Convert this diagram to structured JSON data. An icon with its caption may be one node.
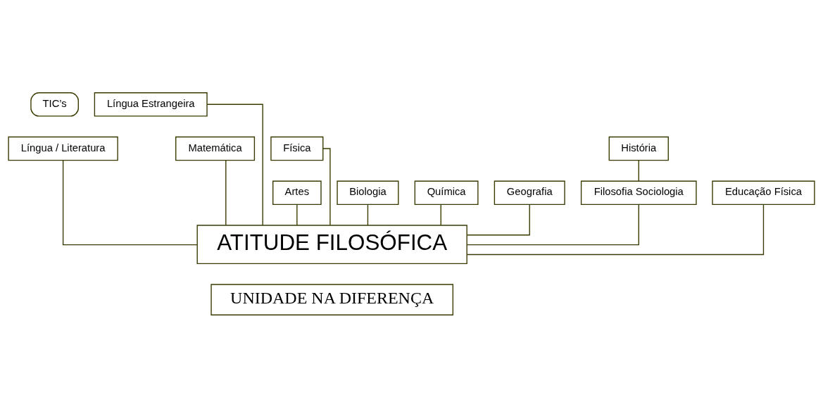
{
  "diagram": {
    "nodes": [
      {
        "text": [
          "TIC’s"
        ]
      },
      {
        "text": [
          "Língua Estrangeira"
        ]
      },
      {
        "text": [
          "Língua / Literatura"
        ]
      },
      {
        "text": [
          "História"
        ]
      },
      {
        "text": [
          "Matemática"
        ]
      },
      {
        "text": [
          "Física"
        ]
      },
      {
        "text": [
          "Artes"
        ]
      },
      {
        "text": [
          "Biologia"
        ]
      },
      {
        "text": [
          "Química"
        ]
      },
      {
        "text": [
          "Geografia"
        ]
      },
      {
        "text": [
          "Filosofia Sociologia"
        ]
      },
      {
        "text": [
          "Educação Física"
        ]
      },
      {
        "text": [
          "ATITUDE FILOSÓFICA"
        ]
      },
      {
        "text": [
          "UNIDADE NA DIFERENÇA"
        ]
      }
    ],
    "edges": [
      {
        "from": 6,
        "to": 12,
        "arrow": "none"
      },
      {
        "from": 2,
        "to": 12,
        "arrow": "none"
      },
      {
        "from": 1,
        "to": 12,
        "arrow": "none"
      },
      {
        "from": 7,
        "to": 12,
        "arrow": "none"
      },
      {
        "from": 3,
        "to": 10,
        "arrow": "none"
      },
      {
        "from": 10,
        "to": 12,
        "arrow": "none"
      },
      {
        "from": 8,
        "to": 12,
        "arrow": "none"
      },
      {
        "from": 4,
        "to": 12,
        "arrow": "none"
      },
      {
        "from": 11,
        "to": 12,
        "arrow": "none"
      },
      {
        "from": 9,
        "to": 12,
        "arrow": "none"
      },
      {
        "from": 5,
        "to": 12,
        "arrow": "none"
      }
    ]
  }
}
